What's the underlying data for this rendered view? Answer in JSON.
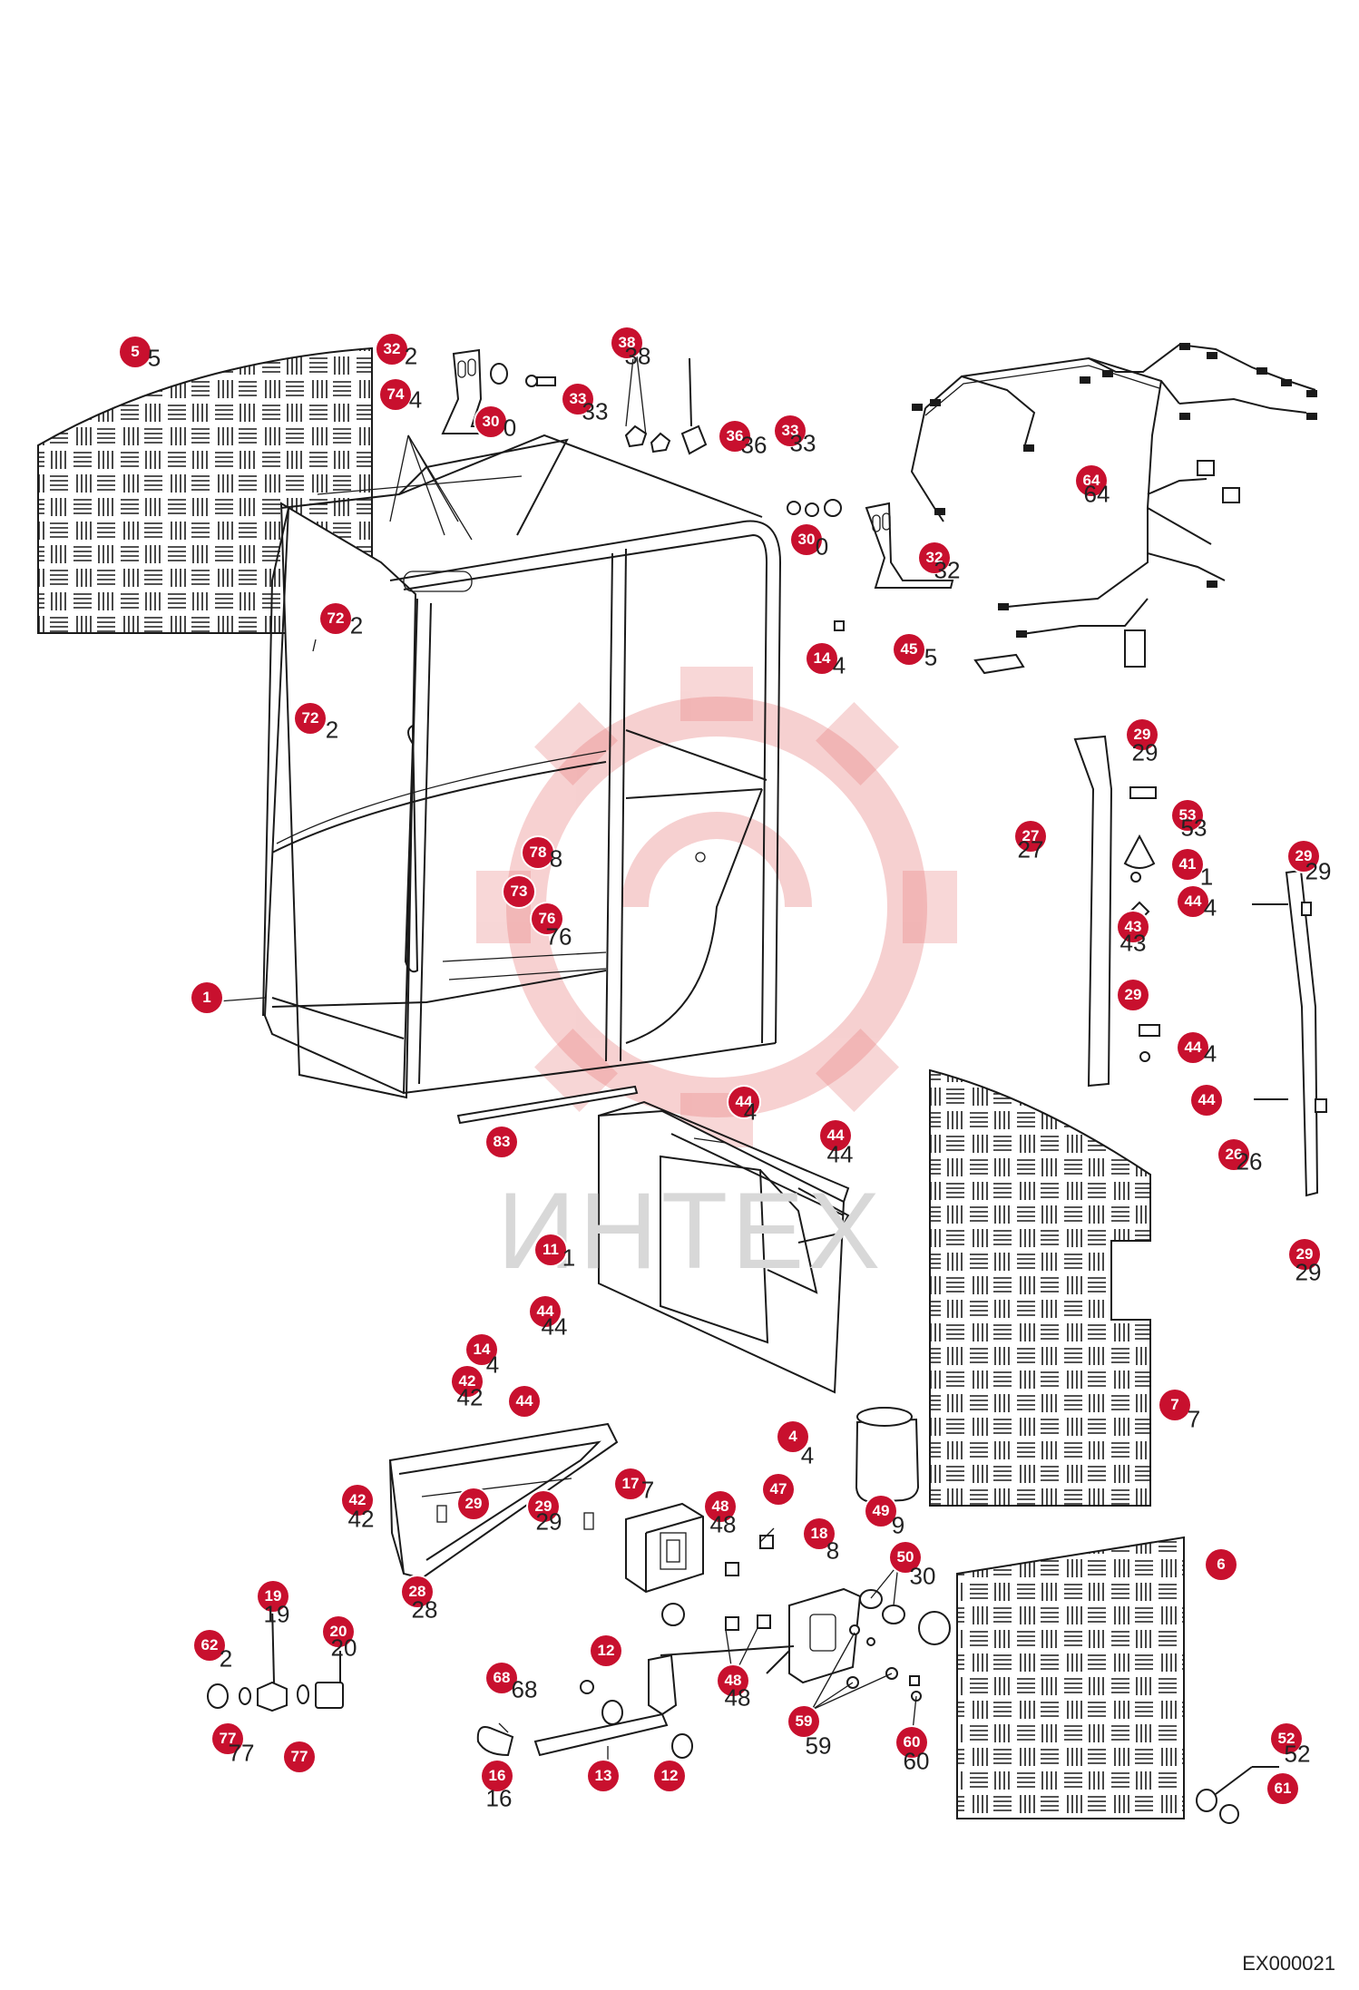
{
  "diagram": {
    "reference_code": "EX000021",
    "watermark_text": "ИНТЕХ",
    "colors": {
      "badge": "#c8102e",
      "line": "#1a1a1a",
      "watermark": "#f2b8b8"
    }
  },
  "callouts": [
    {
      "n": "5"
    },
    {
      "n": "32"
    },
    {
      "n": "74"
    },
    {
      "n": "30"
    },
    {
      "n": "33"
    },
    {
      "n": "38"
    },
    {
      "n": "36"
    },
    {
      "n": "33"
    },
    {
      "n": "30"
    },
    {
      "n": "32"
    },
    {
      "n": "64"
    },
    {
      "n": "72"
    },
    {
      "n": "14"
    },
    {
      "n": "45"
    },
    {
      "n": "72"
    },
    {
      "n": "29"
    },
    {
      "n": "27"
    },
    {
      "n": "53"
    },
    {
      "n": "41"
    },
    {
      "n": "29"
    },
    {
      "n": "44"
    },
    {
      "n": "43"
    },
    {
      "n": "78"
    },
    {
      "n": "73"
    },
    {
      "n": "76"
    },
    {
      "n": "1"
    },
    {
      "n": "29"
    },
    {
      "n": "44"
    },
    {
      "n": "44"
    },
    {
      "n": "83"
    },
    {
      "n": "44"
    },
    {
      "n": "44"
    },
    {
      "n": "26"
    },
    {
      "n": "11"
    },
    {
      "n": "29"
    },
    {
      "n": "44"
    },
    {
      "n": "14"
    },
    {
      "n": "42"
    },
    {
      "n": "44"
    },
    {
      "n": "7"
    },
    {
      "n": "4"
    },
    {
      "n": "17"
    },
    {
      "n": "47"
    },
    {
      "n": "42"
    },
    {
      "n": "29"
    },
    {
      "n": "29"
    },
    {
      "n": "48"
    },
    {
      "n": "49"
    },
    {
      "n": "18"
    },
    {
      "n": "6"
    },
    {
      "n": "50"
    },
    {
      "n": "28"
    },
    {
      "n": "19"
    },
    {
      "n": "20"
    },
    {
      "n": "62"
    },
    {
      "n": "12"
    },
    {
      "n": "68"
    },
    {
      "n": "48"
    },
    {
      "n": "77"
    },
    {
      "n": "77"
    },
    {
      "n": "59"
    },
    {
      "n": "60"
    },
    {
      "n": "16"
    },
    {
      "n": "13"
    },
    {
      "n": "12"
    },
    {
      "n": "52"
    },
    {
      "n": "61"
    }
  ],
  "plain_labels": [
    {
      "t": "5"
    },
    {
      "t": "2"
    },
    {
      "t": "4"
    },
    {
      "t": "0"
    },
    {
      "t": "33"
    },
    {
      "t": "38"
    },
    {
      "t": "36"
    },
    {
      "t": "33"
    },
    {
      "t": "0"
    },
    {
      "t": "32"
    },
    {
      "t": "64"
    },
    {
      "t": "2"
    },
    {
      "t": "4"
    },
    {
      "t": "5"
    },
    {
      "t": "2"
    },
    {
      "t": "29"
    },
    {
      "t": "27"
    },
    {
      "t": "53"
    },
    {
      "t": "1"
    },
    {
      "t": "29"
    },
    {
      "t": "4"
    },
    {
      "t": "43"
    },
    {
      "t": "8"
    },
    {
      "t": "76"
    },
    {
      "t": "4"
    },
    {
      "t": "4"
    },
    {
      "t": "44"
    },
    {
      "t": "26"
    },
    {
      "t": "29"
    },
    {
      "t": "1"
    },
    {
      "t": "44"
    },
    {
      "t": "4"
    },
    {
      "t": "42"
    },
    {
      "t": "7"
    },
    {
      "t": "4"
    },
    {
      "t": "7"
    },
    {
      "t": "48"
    },
    {
      "t": "42"
    },
    {
      "t": "29"
    },
    {
      "t": "9"
    },
    {
      "t": "8"
    },
    {
      "t": "30"
    },
    {
      "t": "28"
    },
    {
      "t": "19"
    },
    {
      "t": "20"
    },
    {
      "t": "2"
    },
    {
      "t": "68"
    },
    {
      "t": "48"
    },
    {
      "t": "77"
    },
    {
      "t": "59"
    },
    {
      "t": "60"
    },
    {
      "t": "16"
    },
    {
      "t": "52"
    }
  ]
}
